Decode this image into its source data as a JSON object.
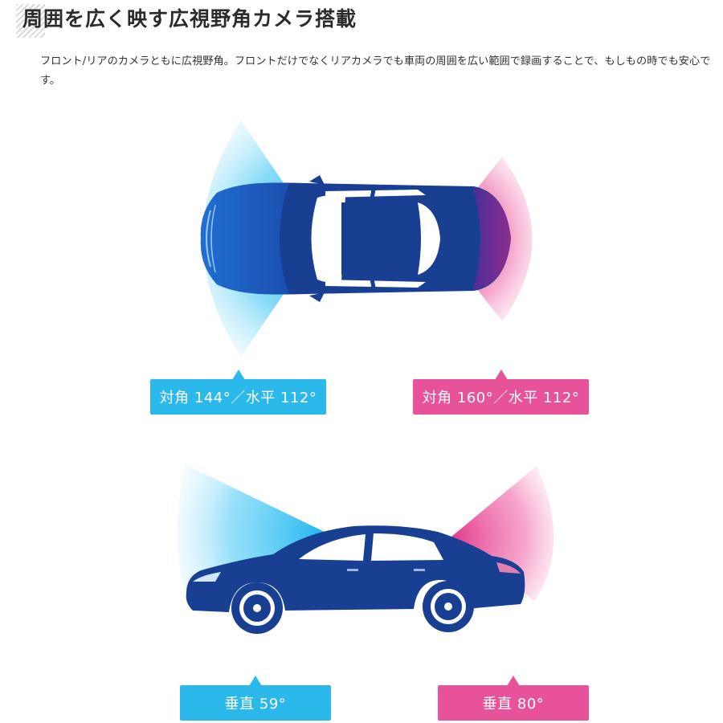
{
  "header": {
    "title": "周囲を広く映す広視野角カメラ搭載"
  },
  "description": "フロント/リアのカメラともに広視野角。フロントだけでなくリアカメラでも車両の周囲を広い範囲で録画することで、もしもの時でも安心です。",
  "top_view": {
    "front_label": "対角 144°／水平 112°",
    "rear_label": "対角 160°／水平 112°"
  },
  "side_view": {
    "front_label": "垂直 59°",
    "rear_label": "垂直 80°"
  },
  "colors": {
    "front": "#2bb9ec",
    "rear": "#e8529a",
    "car": "#183f92"
  }
}
